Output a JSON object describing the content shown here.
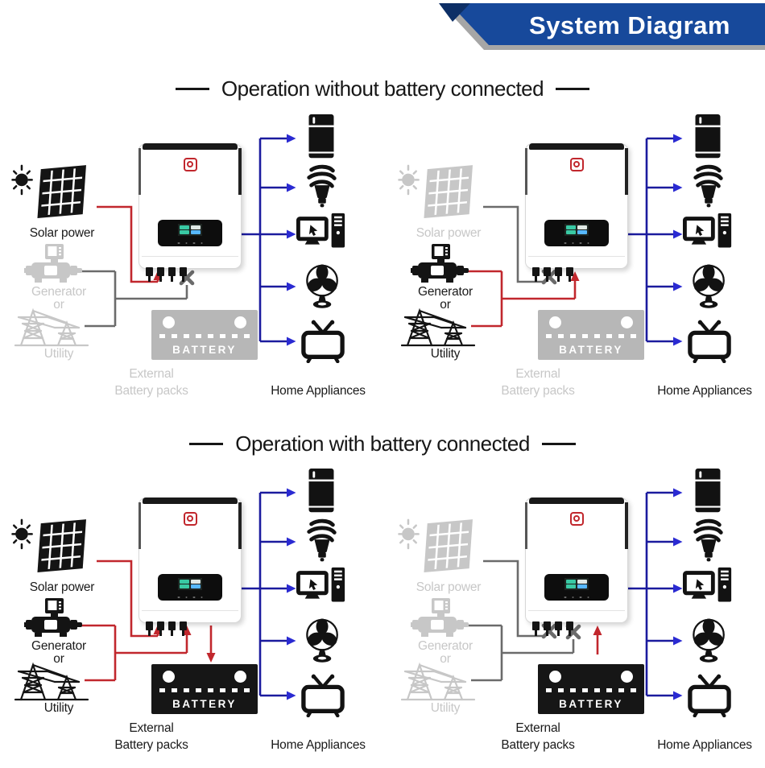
{
  "palette": {
    "banner_blue": "#17499b",
    "banner_navy": "#0d2f66",
    "banner_shadow": "#a6a6a6",
    "active_icon": "#141414",
    "inactive_icon": "#c7c7c7",
    "line_red": "#c1272d",
    "line_gray": "#6b6b6b",
    "line_blue": "#1b1b9e",
    "arrow_blue": "#2a2ad2",
    "battery_active": "#161616",
    "battery_inactive": "#b7b7b7",
    "logo_red": "#c1272d"
  },
  "header": {
    "title": "System Diagram"
  },
  "sections": [
    {
      "title": "Operation without battery connected"
    },
    {
      "title": "Operation with battery connected"
    }
  ],
  "labels": {
    "solar": "Solar power",
    "generator": "Generator",
    "or": "or",
    "utility": "Utility",
    "battery": "BATTERY",
    "external_line1": "External",
    "external_line2": "Battery packs",
    "home_appliances": "Home Appliances"
  },
  "icons": {
    "sources": [
      "sun-icon",
      "solar-panel-icon",
      "generator-icon",
      "utility-pylon-icon"
    ],
    "appliances": [
      "fridge-icon",
      "cfl-bulb-icon",
      "computer-icon",
      "fan-icon",
      "tv-icon"
    ],
    "inverter": "hybrid-inverter",
    "battery": "battery-icon"
  },
  "diagrams": [
    {
      "name": "Solar powering loads, no battery",
      "section": 0,
      "solar": "active",
      "generator": "inactive",
      "utility": "inactive",
      "battery": "inactive",
      "solar_link": "connected-red-arrow",
      "grid_link": "crossed-out",
      "battery_link": "none",
      "loads": "powered"
    },
    {
      "name": "Generator/Utility powering loads, no battery",
      "section": 0,
      "solar": "inactive",
      "generator": "active",
      "utility": "active",
      "battery": "inactive",
      "solar_link": "crossed-out",
      "grid_link": "connected-red-arrow",
      "battery_link": "none",
      "loads": "powered"
    },
    {
      "name": "Solar and grid powering loads and charging battery",
      "section": 1,
      "solar": "active",
      "generator": "active",
      "utility": "active",
      "battery": "active",
      "solar_link": "connected-red-arrow",
      "grid_link": "connected-red-arrow",
      "battery_link": "charging",
      "loads": "powered"
    },
    {
      "name": "Battery powering loads",
      "section": 1,
      "solar": "inactive",
      "generator": "inactive",
      "utility": "inactive",
      "battery": "active",
      "solar_link": "crossed-out",
      "grid_link": "crossed-out",
      "battery_link": "discharging",
      "loads": "powered"
    }
  ]
}
